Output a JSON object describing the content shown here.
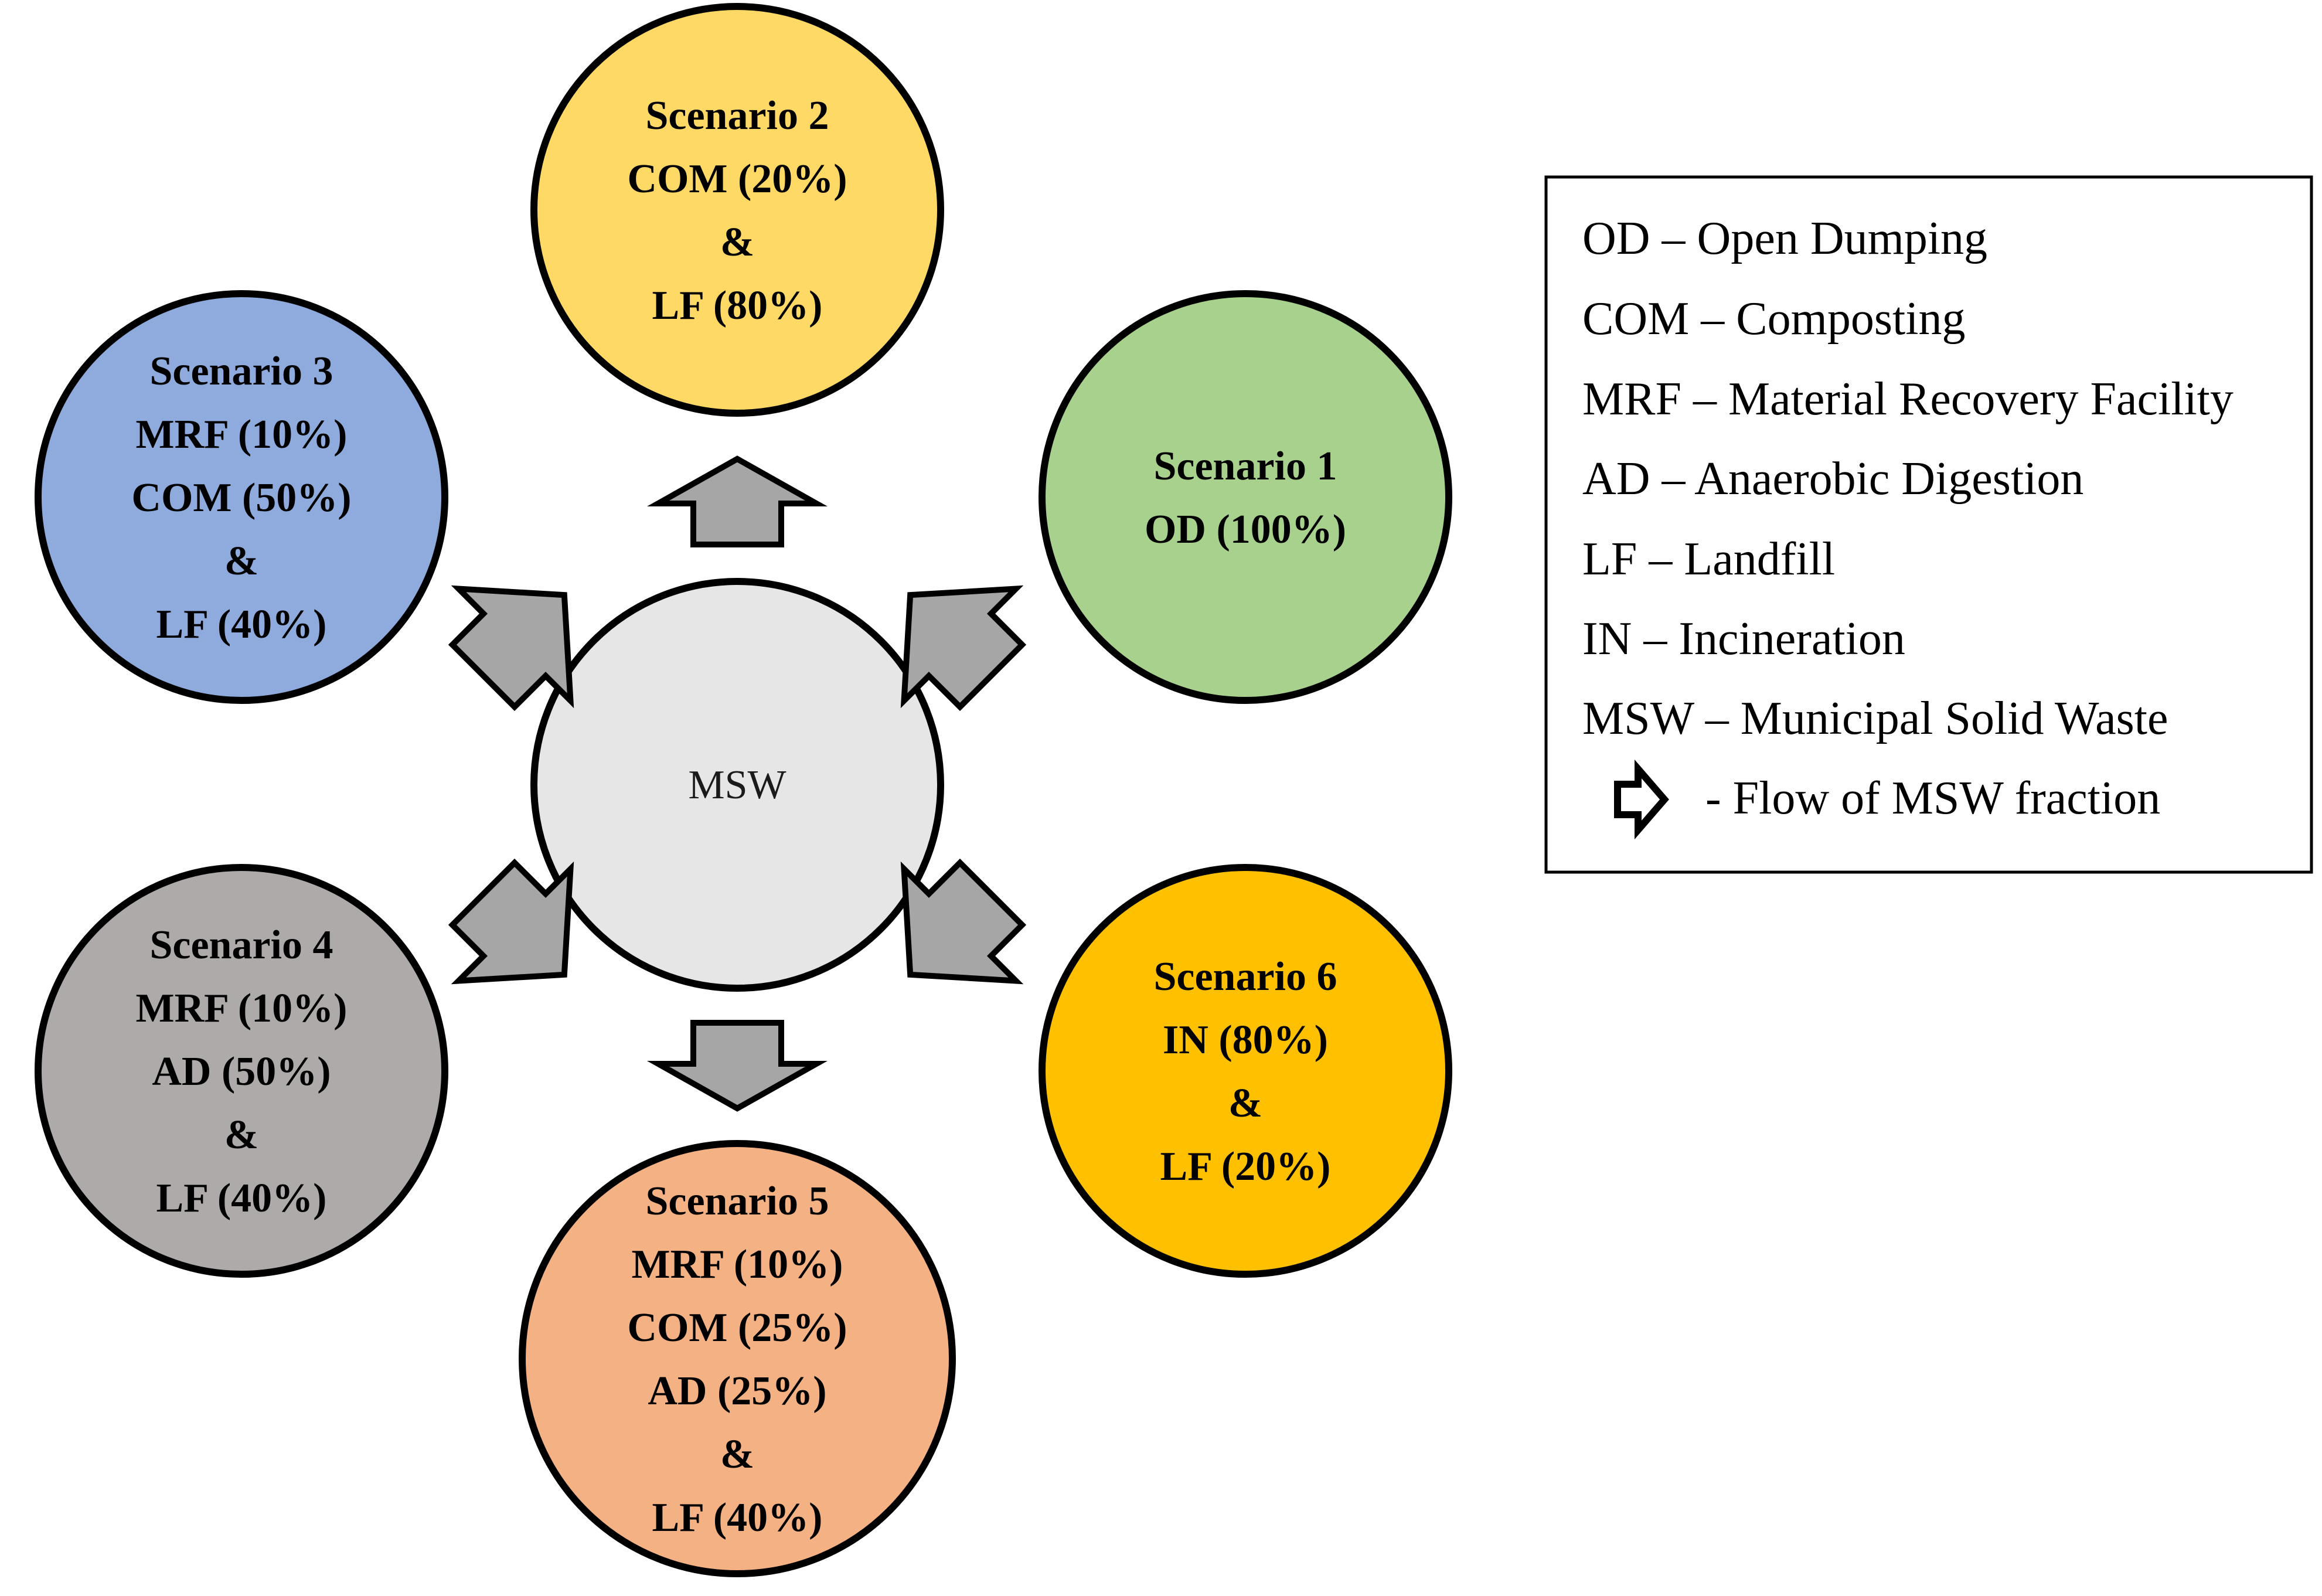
{
  "center": {
    "label": "MSW",
    "color": "#e6e6e6"
  },
  "scenarios": [
    {
      "id": "scenario-1",
      "color": "#a9d18e",
      "lines": [
        "Scenario 1",
        "OD (100%)"
      ]
    },
    {
      "id": "scenario-2",
      "color": "#ffd966",
      "lines": [
        "Scenario 2",
        "COM (20%)",
        "&",
        "LF (80%)"
      ]
    },
    {
      "id": "scenario-3",
      "color": "#8faadc",
      "lines": [
        "Scenario 3",
        "MRF (10%)",
        "COM (50%)",
        "&",
        "LF (40%)"
      ]
    },
    {
      "id": "scenario-4",
      "color": "#aeaaaa",
      "lines": [
        "Scenario 4",
        "MRF (10%)",
        "AD (50%)",
        "&",
        "LF (40%)"
      ]
    },
    {
      "id": "scenario-5",
      "color": "#f4b183",
      "lines": [
        "Scenario 5",
        "MRF (10%)",
        "COM (25%)",
        "AD (25%)",
        "&",
        "LF (40%)"
      ]
    },
    {
      "id": "scenario-6",
      "color": "#ffc000",
      "lines": [
        "Scenario 6",
        "IN (80%)",
        "&",
        "LF (20%)"
      ]
    }
  ],
  "arrow_color": "#a6a6a6",
  "legend": {
    "items": [
      "OD – Open Dumping",
      "COM – Composting",
      "MRF – Material Recovery Facility",
      "AD – Anaerobic Digestion",
      "LF – Landfill",
      "IN – Incineration",
      "MSW – Municipal Solid Waste"
    ],
    "arrow_label": "- Flow of MSW fraction",
    "arrow_icon": "right-block-arrow-icon"
  }
}
